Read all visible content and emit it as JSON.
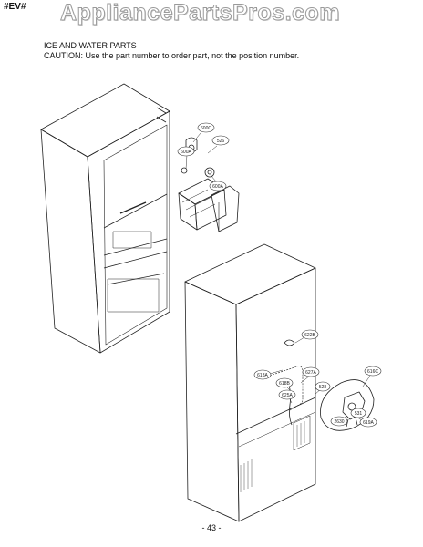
{
  "page": {
    "corner_tag": "#EV#",
    "watermark": "AppliancePartsPros.com",
    "title": "ICE AND WATER PARTS",
    "caution": "CAUTION: Use the part number to order part, not the position number.",
    "page_number": "- 43 -"
  },
  "callouts": {
    "c600c": "600C",
    "c526": "526",
    "c600a_top": "600A",
    "c600a_mid": "600A",
    "c622b": "622B",
    "c618a": "618A",
    "c627a": "627A",
    "c618b": "618B",
    "c625a": "625A",
    "c528": "528",
    "c616c": "616C",
    "c531": "531",
    "c619a": "619A",
    "c2630": "2630"
  }
}
